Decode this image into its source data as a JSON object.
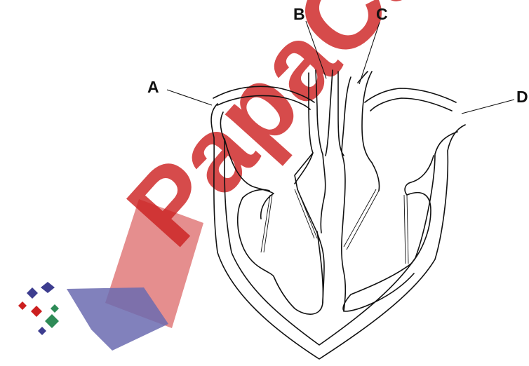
{
  "labels": {
    "a": "A",
    "b": "B",
    "c": "C",
    "d": "D"
  },
  "watermark": {
    "text": "PapaCam",
    "color_red": "#cc1f1f",
    "color_navy": "#3d3d8f",
    "color_green": "#2e8b57"
  }
}
